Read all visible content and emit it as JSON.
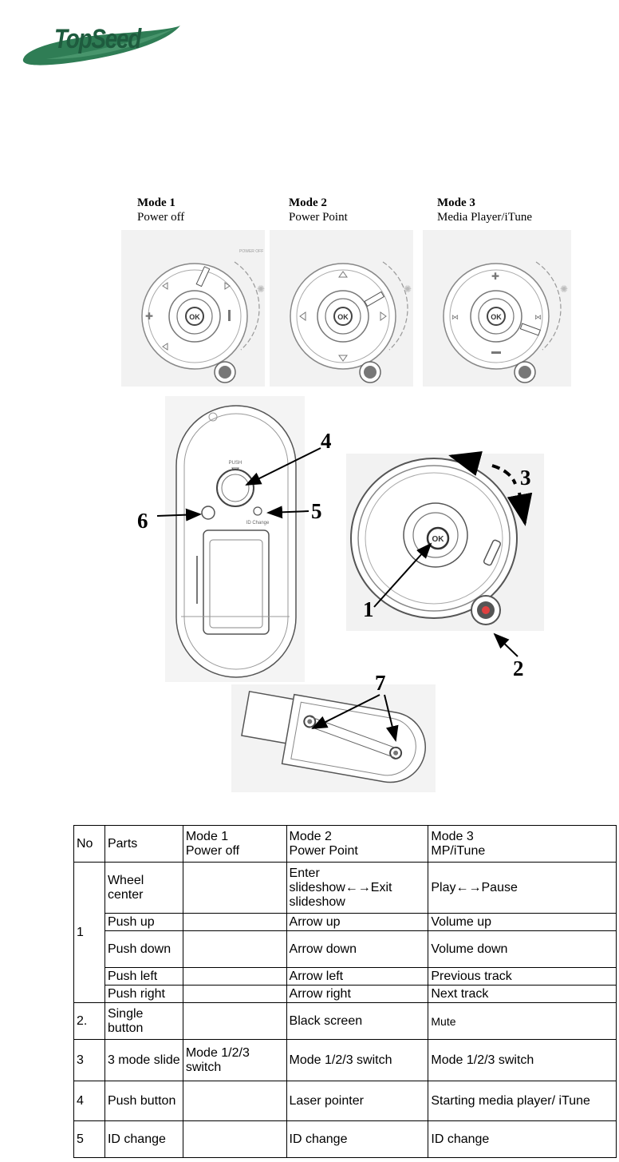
{
  "logo": {
    "text": "TopSeed"
  },
  "modes": [
    {
      "title": "Mode 1",
      "subtitle": "Power off"
    },
    {
      "title": "Mode 2",
      "subtitle": "Power Point"
    },
    {
      "title": "Mode 3",
      "subtitle": "Media Player/iTune"
    }
  ],
  "device_labels": {
    "push": "PUSH",
    "id_change": "ID Change",
    "ok": "OK",
    "power_off": "POWER OFF"
  },
  "callouts": [
    "1",
    "2",
    "3",
    "4",
    "5",
    "6",
    "7"
  ],
  "table": {
    "headers": {
      "no": "No",
      "parts": "Parts",
      "mode1": [
        "Mode 1",
        "Power off"
      ],
      "mode2": [
        "Mode 2",
        "Power Point"
      ],
      "mode3": [
        "Mode 3",
        "MP/iTune"
      ]
    },
    "rows": [
      {
        "no": "1",
        "part": "Wheel center",
        "m1": "",
        "m2": "Enter slideshow←→Exit slideshow",
        "m3": "Play←→Pause"
      },
      {
        "no": "",
        "part": "Push up",
        "m1": "",
        "m2": "Arrow up",
        "m3": "Volume up"
      },
      {
        "no": "",
        "part": "Push down",
        "m1": "",
        "m2": "Arrow down",
        "m3": "Volume down"
      },
      {
        "no": "",
        "part": "Push left",
        "m1": "",
        "m2": "Arrow left",
        "m3": "Previous track"
      },
      {
        "no": "",
        "part": "Push right",
        "m1": "",
        "m2": "Arrow right",
        "m3": "Next track"
      },
      {
        "no": "2.",
        "part": "Single button",
        "m1": "",
        "m2": "Black screen",
        "m3": "Mute"
      },
      {
        "no": "3",
        "part": "3 mode slide",
        "m1": "Mode 1/2/3 switch",
        "m2": "Mode 1/2/3 switch",
        "m3": "Mode 1/2/3 switch"
      },
      {
        "no": "4",
        "part": "Push button",
        "m1": "",
        "m2": "Laser pointer",
        "m3": "Starting media player/ iTune"
      },
      {
        "no": "5",
        "part": "ID change",
        "m1": "",
        "m2": "ID change",
        "m3": "ID change"
      }
    ]
  }
}
